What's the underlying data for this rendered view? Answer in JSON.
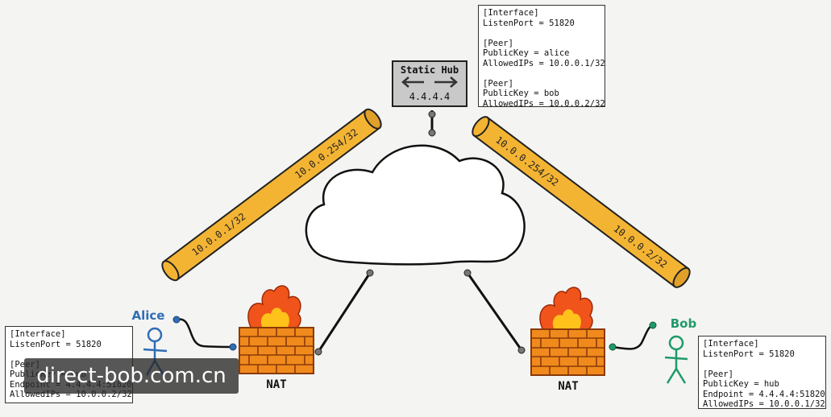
{
  "hub": {
    "title": "Static Hub",
    "ip": "4.4.4.4"
  },
  "hub_config": {
    "lines": [
      "[Interface]",
      "ListenPort = 51820",
      "",
      "[Peer]",
      "PublicKey = alice",
      "AllowedIPs = 10.0.0.1/32",
      "",
      "[Peer]",
      "PublicKey = bob",
      "AllowedIPs = 10.0.0.2/32"
    ]
  },
  "alice": {
    "name": "Alice",
    "color": "#2f6db5"
  },
  "bob": {
    "name": "Bob",
    "color": "#1f9a6a"
  },
  "alice_config": {
    "lines": [
      "[Interface]",
      "ListenPort = 51820",
      "",
      "[Peer]",
      "PublicKey = hub",
      "Endpoint = 4.4.4.4:51820",
      "AllowedIPs = 10.0.0.2/32"
    ]
  },
  "bob_config": {
    "lines": [
      "[Interface]",
      "ListenPort = 51820",
      "",
      "[Peer]",
      "PublicKey = hub",
      "Endpoint = 4.4.4.4:51820",
      "AllowedIPs = 10.0.0.1/32"
    ]
  },
  "nat_left": {
    "label": "NAT"
  },
  "nat_right": {
    "label": "NAT"
  },
  "tunnel_left": {
    "hub_end_label": "10.0.0.254/32",
    "client_end_label": "10.0.0.1/32",
    "color": "#f4b433"
  },
  "tunnel_right": {
    "hub_end_label": "10.0.0.254/32",
    "client_end_label": "10.0.0.2/32",
    "color": "#f4b433"
  },
  "watermark": {
    "text": "direct-bob.com.cn"
  }
}
